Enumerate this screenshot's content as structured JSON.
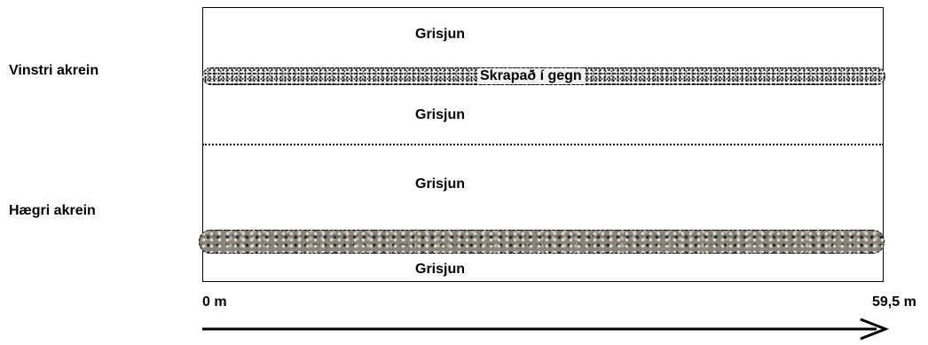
{
  "lanes": {
    "left": "Vinstri akrein",
    "right": "Hægri akrein"
  },
  "surface": {
    "top_upper": "Grisjun",
    "top_lower": "Grisjun",
    "bottom_upper": "Grisjun",
    "bottom_lower": "Grisjun",
    "strip_label": "Skrapað í gegn"
  },
  "axis": {
    "start": "0 m",
    "end": "59,5 m"
  },
  "colors": {
    "line": "#000000",
    "strip_light": "#f3f3f3",
    "strip_stone": "#8a857b"
  }
}
